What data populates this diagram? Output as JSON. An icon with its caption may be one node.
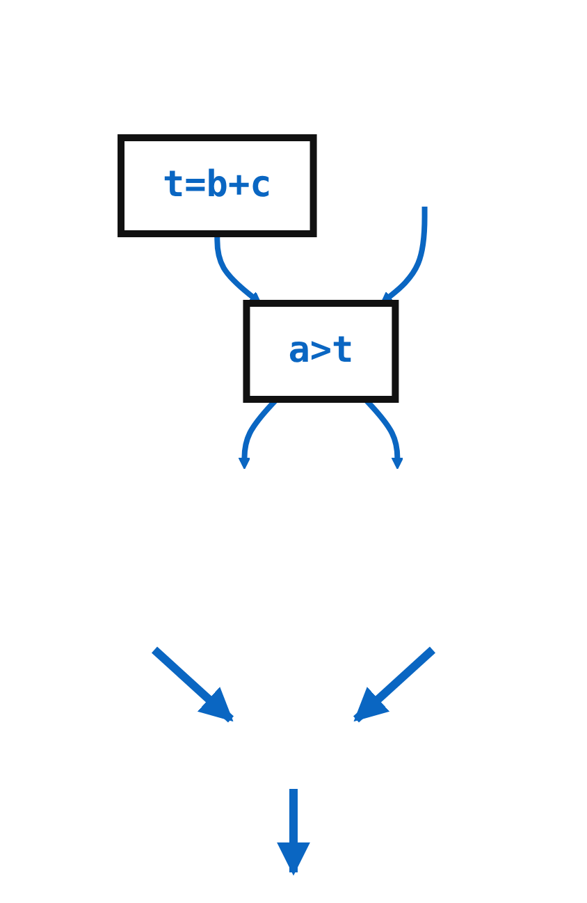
{
  "diagram": {
    "nodes": [
      {
        "text": [
          "t=b+c"
        ]
      },
      {
        "text": [
          "a>t"
        ]
      }
    ],
    "edges": [
      {
        "from": 0,
        "to": 1,
        "arrow": "to"
      },
      {
        "from": null,
        "to": 1,
        "arrow": "to"
      },
      {
        "from": 1,
        "to": null,
        "arrow": "to"
      },
      {
        "from": 1,
        "to": null,
        "arrow": "to"
      }
    ]
  }
}
